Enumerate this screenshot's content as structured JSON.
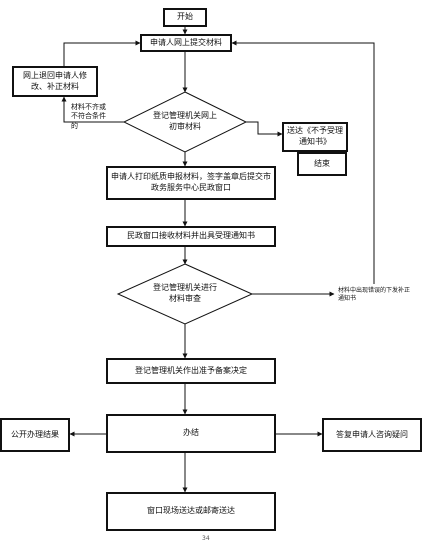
{
  "nodes": {
    "start": "开始",
    "online_submit": "申请人网上提交材料",
    "return_revise": "网上退回申请人修改、补正材料",
    "first_review": "登记管理机关网上初审材料",
    "not_accept_notice": "送达《不予受理通知书》",
    "end": "结束",
    "print_submit": "申请人打印纸质申报材料，签字盖章后提交市政务服务中心民政窗口",
    "accept_notice": "民政窗口接收材料并出具受理通知书",
    "material_review": "登记管理机关进行材料审查",
    "approval_decision": "登记管理机关作出准予备案决定",
    "process": "办结",
    "publish_result": "公开办理结果",
    "answer_inquiry": "答复申请人咨询疑问",
    "delivery": "窗口现场送达或邮寄送达"
  },
  "labels": {
    "not_qualified": "材料不齐或不符合条件的",
    "material_error": "材料中出现错误的下发补正通知书"
  },
  "page_number": "34"
}
